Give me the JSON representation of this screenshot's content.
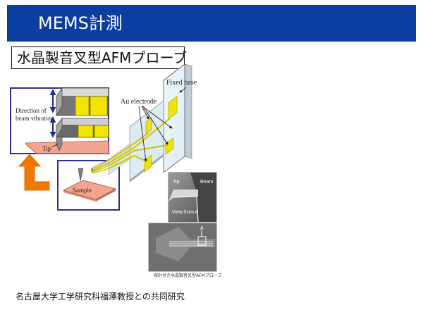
{
  "slide": {
    "title": "MEMS計測",
    "subtitle": "水晶製音叉型AFMプローブ",
    "footer_credit": "名古屋大学工学研究科福澤教授との共同研究"
  },
  "diagram": {
    "labels": {
      "fixed_base": "Fixed base",
      "au_electrode": "Au electrode",
      "direction_line1": "Direction of",
      "direction_line2": "beam vibration",
      "tip": "Tip",
      "sample": "Sample"
    },
    "micrograph_labels": {
      "tip": "Tip",
      "beam": "Beam",
      "view_from_a": "View from A",
      "a": "A"
    },
    "caption": "探針付き水晶製音叉型AFMプローブ"
  },
  "colors": {
    "title_bar": "#0b3ea3",
    "electrode": "#f2e400",
    "substrate": "#f4a58f",
    "arrow": "#f07800",
    "inset_border": "#2f2f8f"
  },
  "icons": {
    "navigation_arrow": "orange-l-arrow"
  }
}
